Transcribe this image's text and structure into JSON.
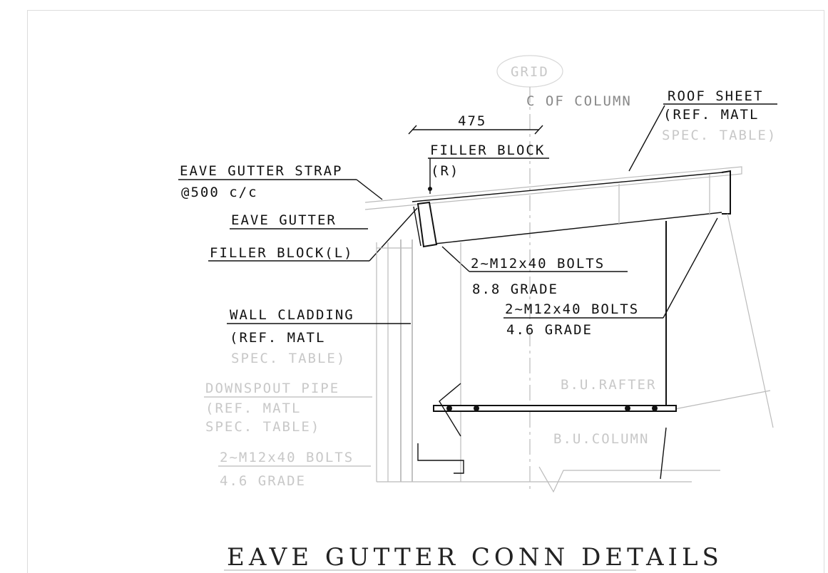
{
  "grid_label": "GRID",
  "column_centerline": "C OF COLUMN",
  "dimension": "475",
  "labels": {
    "roof_sheet": [
      "ROOF SHEET",
      "(REF. MATL",
      "SPEC. TABLE)"
    ],
    "filler_block_top": [
      "FILLER BLOCK",
      "(R)"
    ],
    "eave_gutter_strap": [
      "EAVE GUTTER STRAP",
      "@500 c/c"
    ],
    "eave_gutter": "EAVE GUTTER",
    "filler_block_left": "FILLER BLOCK(L)",
    "bolts_8_8": [
      "2~M12x40 BOLTS",
      "8.8 GRADE"
    ],
    "bolts_4_6_right": [
      "2~M12x40 BOLTS",
      "4.6 GRADE"
    ],
    "wall_cladding": [
      "WALL CLADDING",
      "(REF. MATL",
      "SPEC. TABLE)"
    ],
    "downspout_pipe": [
      "DOWNSPOUT PIPE",
      "(REF. MATL",
      "SPEC. TABLE)"
    ],
    "bolts_4_6_bottom": [
      "2~M12x40 BOLTS",
      "4.6 GRADE"
    ],
    "bu_rafter": "B.U.RAFTER",
    "bu_column": "B.U.COLUMN"
  },
  "title": "EAVE GUTTER CONN DETAILS"
}
